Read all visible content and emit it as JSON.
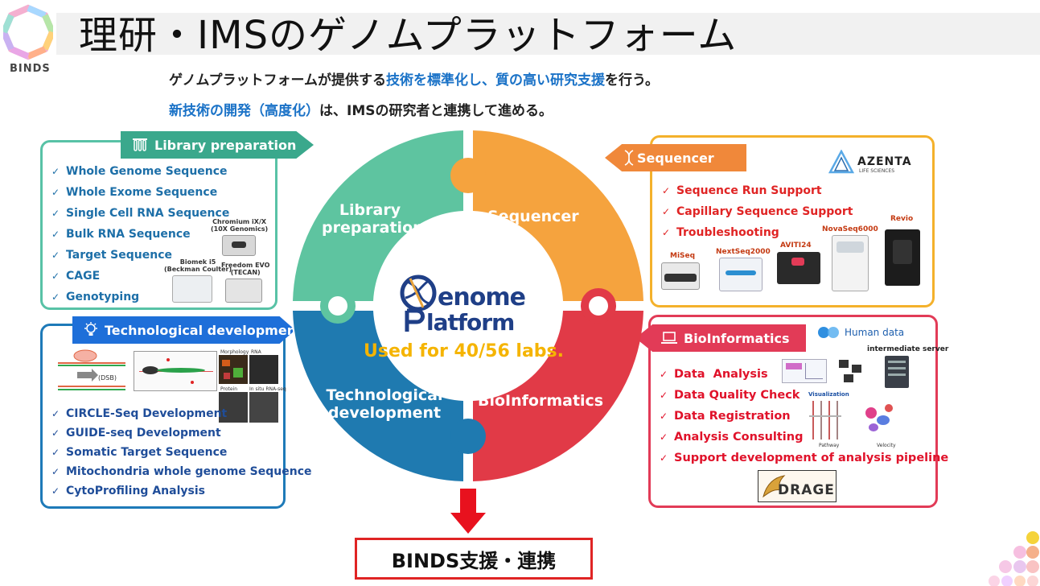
{
  "header": {
    "title": "理研・IMSのゲノムプラットフォーム",
    "logo_label": "BINDS"
  },
  "subtitle": {
    "line1_a": "ゲノムプラットフォームが提供する",
    "line1_b": "技術を標準化し、質の高い研究支援",
    "line1_c": "を行う。",
    "line2_a": "新技術の開発（高度化）",
    "line2_b": "は、IMSの研究者と連携して進める。"
  },
  "library": {
    "tag": "Library preparation",
    "items": [
      "Whole Genome Sequence",
      "Whole Exome Sequence",
      "Single Cell RNA Sequence",
      "Bulk RNA Sequence",
      "Target Sequence",
      "CAGE",
      "Genotyping"
    ],
    "devices": {
      "chromium": "Chromium iX/X\n(10X Genomics)",
      "biomek": "Biomek i5\n(Beckman Coulter)",
      "freedom": "Freedom EVO\n(TECAN)"
    }
  },
  "sequencer": {
    "tag": "Sequencer",
    "vendor": "AZENTA",
    "vendor_sub": "LIFE SCIENCES",
    "items": [
      "Sequence Run Support",
      "Capillary Sequence Support",
      "Troubleshooting"
    ],
    "instruments": [
      "MiSeq",
      "NextSeq2000",
      "AVITI24",
      "NovaSeq6000",
      "Revio"
    ]
  },
  "technological": {
    "tag": "Technological development",
    "items": [
      "CIRCLE-Seq Development",
      "GUIDE-seq Development",
      "Somatic Target Sequence",
      "Mitochondria whole genome Sequence",
      "CytoProfiling Analysis"
    ],
    "fig_dsb": "(DSB)",
    "fig_morphology": "Morphology",
    "fig_rna": "RNA",
    "fig_protein": "Protein",
    "fig_insitu": "In situ RNA-seq"
  },
  "bioinformatics": {
    "tag": "BioInformatics",
    "partner": "Human data",
    "server": "intermediate server",
    "items": [
      "Data  Analysis",
      "Data Quality Check",
      "Data Registration",
      "Analysis Consulting",
      "Support development of analysis pipeline"
    ],
    "vis_label": "Visualization",
    "pathway_label": "Pathway",
    "velocity_label": "Velocity",
    "dragen": "DRAGEN"
  },
  "wheel": {
    "library": "Library\npreparation",
    "sequencer": "Sequencer",
    "technological": "Technological\ndevelopment",
    "bioinformatics": "BioInformatics",
    "center_top": "enome",
    "center_bottom": "latform",
    "usage": "Used for 40/56 labs."
  },
  "bottom": {
    "binds_box": "BINDS支援・連携"
  },
  "colors": {
    "teal": "#5ec4a0",
    "orange": "#f5a33e",
    "red": "#e13a47",
    "blue": "#1f7ab0"
  }
}
